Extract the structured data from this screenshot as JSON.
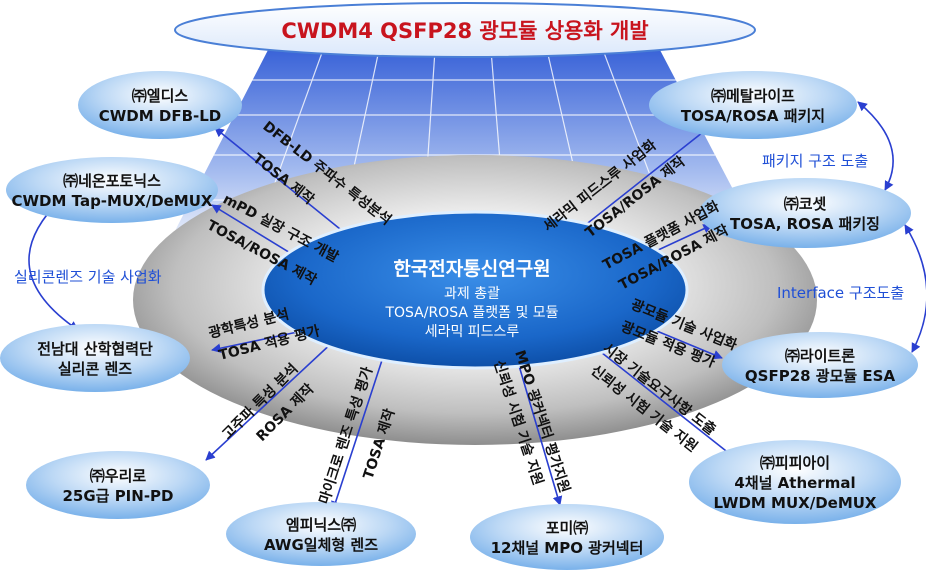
{
  "title": "CWDM4 QSFP28 광모듈 상용화 개발",
  "center": {
    "name": "한국전자통신연구원",
    "lines": [
      "과제 총괄",
      "TOSA/ROSA 플랫폼 및 모듈",
      "세라믹 피드스루"
    ]
  },
  "partners": {
    "eldis": [
      "㈜엘디스",
      "CWDM DFB-LD"
    ],
    "neon": [
      "㈜네온포토닉스",
      "CWDM Tap-MUX/DeMUX"
    ],
    "chonnam": [
      "전남대 산학협력단",
      "실리콘 렌즈"
    ],
    "woorirho": [
      "㈜우리로",
      "25G급 PIN-PD"
    ],
    "mpnics": [
      "엠피닉스㈜",
      "AWG일체형 렌즈"
    ],
    "pomi": [
      "포미㈜",
      "12채널 MPO 광커넥터"
    ],
    "pi": [
      "㈜피피아이",
      "4채널 Athermal",
      "LWDM MUX/DeMUX"
    ],
    "lightron": [
      "㈜라이트론",
      "QSFP28 광모듈 ESA"
    ],
    "coset": [
      "㈜코셋",
      "TOSA, ROSA 패키징"
    ],
    "metal": [
      "㈜메탈라이프",
      "TOSA/ROSA 패키지"
    ]
  },
  "edges": {
    "eldis_1": "DFB-LD 주파수 특성분석",
    "eldis_2": "TOSA 제작",
    "neon_1": "mPD 실장 구조 개발",
    "neon_2": "TOSA/ROSA 제작",
    "chonnam_1": "광학특성 분석",
    "chonnam_2": "TOSA 적용 평가",
    "woorirho_1": "고주파 특성 분석",
    "woorirho_2": "ROSA 제작",
    "mpnics_1": "마이크로 렌즈 특성 평가",
    "mpnics_2": "TOSA 제작",
    "pomi_1": "MPO 광커넥터 평가지원",
    "pomi_2": "신뢰성 시험 기술 지원",
    "pi_1": "시장 기술요구사항 도출",
    "pi_2": "신뢰성 시험 기술 지원",
    "lightron_1": "광모듈 기술 사업화",
    "lightron_2": "광모듈 적용 평가",
    "coset_1": "TOSA 플랫폼 사업화",
    "coset_2": "TOSA/ROSA 제작",
    "metal_1": "세라믹 피드스루 사업화",
    "metal_2": "TOSA/ROSA 제작"
  },
  "side_notes": {
    "left": "실리콘렌즈 기술 사업화",
    "right_top": "패키지 구조 도출",
    "right_mid": "Interface 구조도출"
  },
  "colors": {
    "title_text": "#c8141e",
    "link": "#2a3fd0",
    "side_text": "#1f4fd6"
  }
}
